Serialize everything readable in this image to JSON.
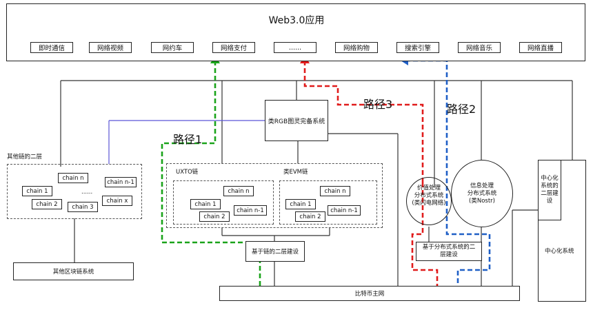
{
  "top": {
    "title": "Web3.0应用",
    "apps": [
      "即时通信",
      "网络视频",
      "网约车",
      "网络支付",
      "......",
      "网络购物",
      "搜索引擎",
      "网络音乐",
      "网络直播"
    ]
  },
  "rgb_system": "类RGB图灵完备系统",
  "paths": {
    "p1": "路径1",
    "p2": "路径2",
    "p3": "路径3"
  },
  "other_l2": {
    "title": "其他链的二层",
    "chains": {
      "n": "chain n",
      "n1": "chain n-1",
      "c1": "chain 1",
      "dots": "......",
      "x": "chain x",
      "c2": "chain 2",
      "c3": "chain 3"
    }
  },
  "other_chain_system": "其他区块链系统",
  "utxo": {
    "title": "UXTO链",
    "chain_n": "chain n",
    "chain_1": "chain 1",
    "chain_n1": "chain n-1",
    "chain_2": "chain 2"
  },
  "evm": {
    "title": "类EVM链",
    "chain_n": "chain n",
    "chain_1": "chain 1",
    "chain_n1": "chain n-1",
    "chain_2": "chain 2"
  },
  "chain_l2": "基于链的二层建设",
  "value_proc": {
    "line1": "价值处理",
    "line2": "分布式系统",
    "line3": "(类闪电网络)"
  },
  "info_proc": {
    "line1": "信息处理",
    "line2": "分布式系统",
    "line3": "(类Nostr)"
  },
  "dist_l2": {
    "line1": "基于分布式系统的二",
    "line2": "层建设"
  },
  "central_l2": {
    "line1": "中心化",
    "line2": "系统的",
    "line3": "二层建",
    "line4": "设"
  },
  "central_system": "中心化系统",
  "btc_main": "比特币主网",
  "colors": {
    "green": "#1aa31a",
    "red": "#e01b1b",
    "blue": "#1f5fc6",
    "purple": "#5a55d6"
  }
}
